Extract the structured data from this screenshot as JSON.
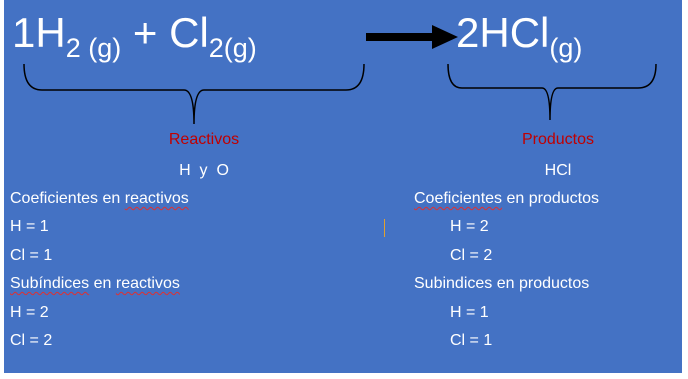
{
  "equation": {
    "left": {
      "coef_h2": "1H",
      "sub_h2": "2 (g)",
      "plus": " + ",
      "cl": "Cl",
      "sub_cl": "2(g)"
    },
    "right": {
      "product": "2HCl",
      "sub": "(g)"
    }
  },
  "reactants": {
    "heading": "Reactivos",
    "elements": "H  y  O",
    "coef_label_a": "Coeficientes en ",
    "coef_label_b": "reactivos",
    "coef_h": "H = 1",
    "coef_cl": "Cl = 1",
    "sub_label_a": "Subíndices",
    "sub_label_b": " en ",
    "sub_label_c": "reactivos",
    "sub_h": "H = 2",
    "sub_cl": "Cl = 2"
  },
  "products": {
    "heading": "Productos",
    "elements": "HCl",
    "coef_label_a": "Coeficientes",
    "coef_label_b": " en productos",
    "coef_h": "H = 2",
    "coef_cl": "Cl = 2",
    "sub_label": "Subindices en productos",
    "sub_h": "H = 1",
    "sub_cl": "Cl = 1"
  },
  "colors": {
    "background": "#4472c4",
    "text": "#ffffff",
    "heading": "#c00000",
    "spellcheck": "#e03030",
    "cursor": "#e0a030"
  },
  "icons": {
    "arrow": "right-arrow-icon"
  }
}
